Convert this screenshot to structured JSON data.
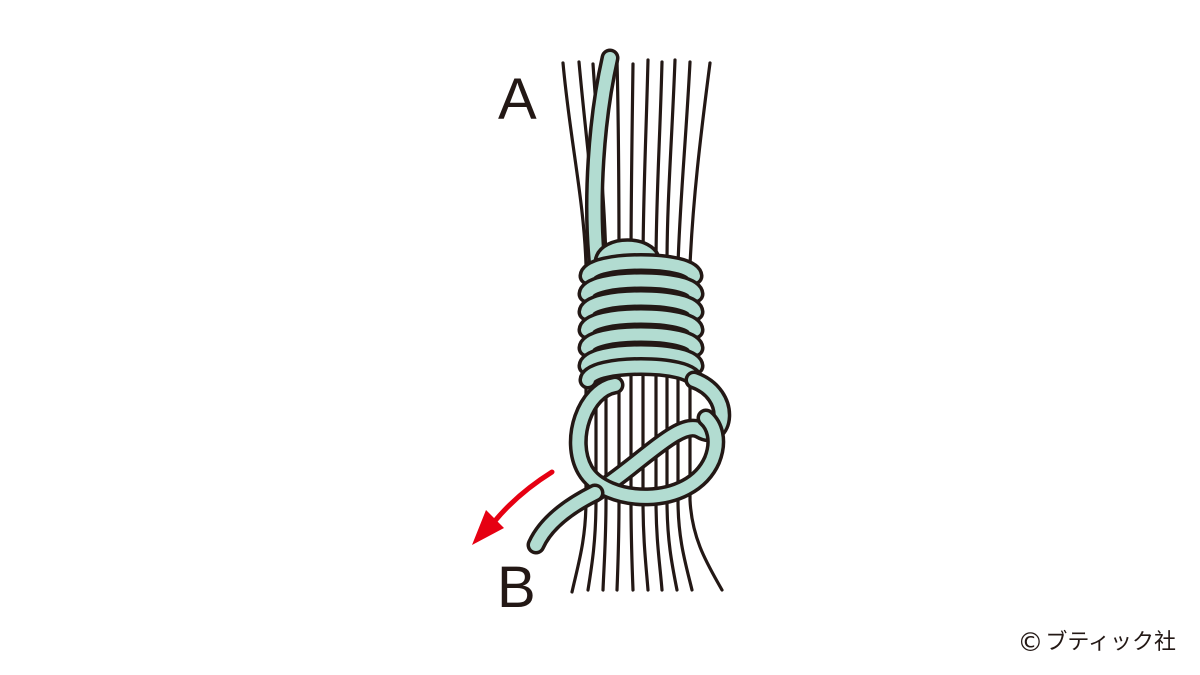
{
  "labels": {
    "a": "A",
    "b": "B"
  },
  "credit": {
    "symbol": "©",
    "text": "ブティック社"
  },
  "colors": {
    "outline": "#231815",
    "cord": "#b2dcd1",
    "arrow": "#e60012",
    "background": "#ffffff"
  }
}
